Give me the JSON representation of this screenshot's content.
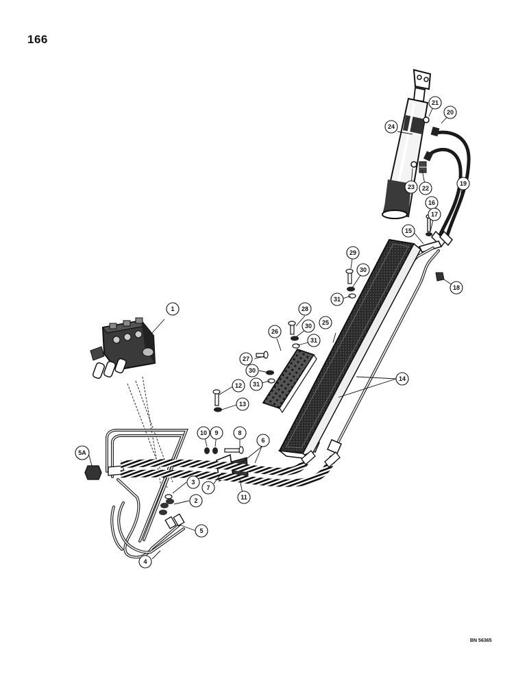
{
  "page": {
    "number": "166",
    "ref": "BN 56365"
  },
  "callouts": [
    {
      "id": "c1",
      "label": "1"
    },
    {
      "id": "c2",
      "label": "2"
    },
    {
      "id": "c3",
      "label": "3"
    },
    {
      "id": "c4",
      "label": "4"
    },
    {
      "id": "c5",
      "label": "5"
    },
    {
      "id": "c5a",
      "label": "5A"
    },
    {
      "id": "c6",
      "label": "6"
    },
    {
      "id": "c7",
      "label": "7"
    },
    {
      "id": "c8",
      "label": "8"
    },
    {
      "id": "c9",
      "label": "9"
    },
    {
      "id": "c10",
      "label": "10"
    },
    {
      "id": "c11",
      "label": "11"
    },
    {
      "id": "c12",
      "label": "12"
    },
    {
      "id": "c13",
      "label": "13"
    },
    {
      "id": "c14",
      "label": "14"
    },
    {
      "id": "c15",
      "label": "15"
    },
    {
      "id": "c16",
      "label": "16"
    },
    {
      "id": "c17",
      "label": "17"
    },
    {
      "id": "c18",
      "label": "18"
    },
    {
      "id": "c19",
      "label": "19"
    },
    {
      "id": "c20",
      "label": "20"
    },
    {
      "id": "c21",
      "label": "21"
    },
    {
      "id": "c22",
      "label": "22"
    },
    {
      "id": "c23",
      "label": "23"
    },
    {
      "id": "c24",
      "label": "24"
    },
    {
      "id": "c25",
      "label": "25"
    },
    {
      "id": "c26",
      "label": "26"
    },
    {
      "id": "c27",
      "label": "27"
    },
    {
      "id": "c28",
      "label": "28"
    },
    {
      "id": "c29",
      "label": "29"
    },
    {
      "id": "c30a",
      "label": "30"
    },
    {
      "id": "c30b",
      "label": "30"
    },
    {
      "id": "c30c",
      "label": "30"
    },
    {
      "id": "c31a",
      "label": "31"
    },
    {
      "id": "c31b",
      "label": "31"
    },
    {
      "id": "c31c",
      "label": "31"
    }
  ]
}
